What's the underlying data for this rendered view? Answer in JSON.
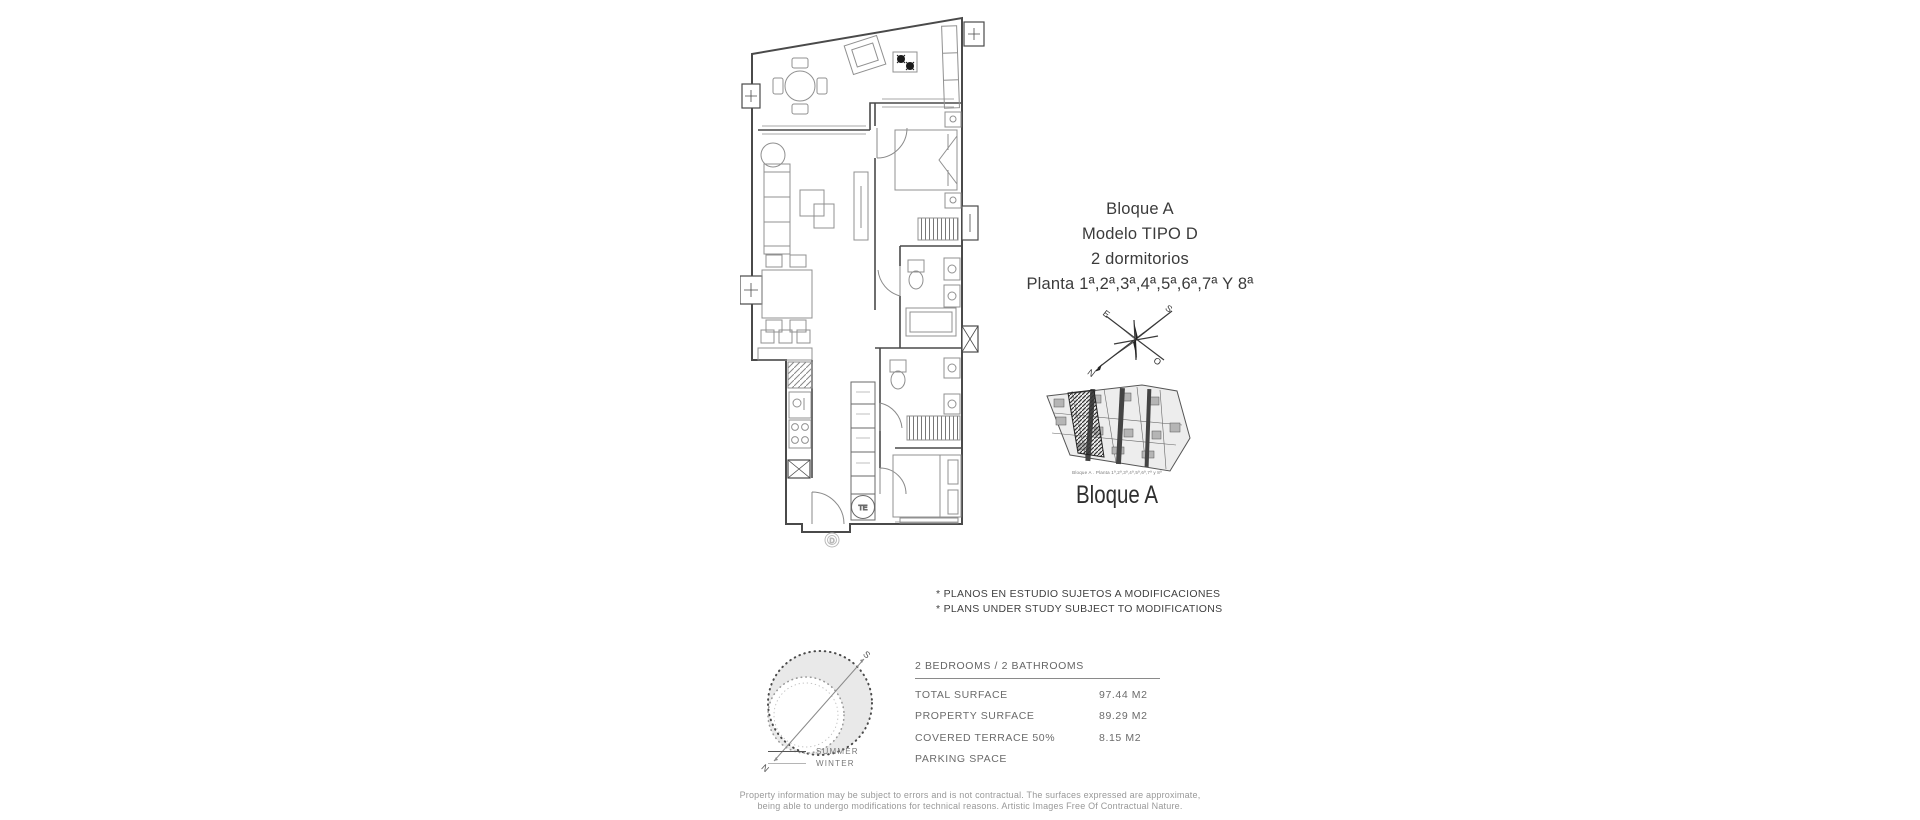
{
  "title_block": {
    "line1": "Bloque A",
    "line2": "Modelo TIPO D",
    "line3": "2 dormitorios",
    "line4": "Planta 1ª,2ª,3ª,4ª,5ª,6ª,7ª Y 8ª"
  },
  "compass": {
    "north": "N",
    "south": "S",
    "east": "E",
    "west": "O"
  },
  "block_plan": {
    "caption_small": "Bloque A . Planta 1ª,2ª,3ª,4ª,5ª,6ª,7ª y 8ª",
    "label": "Bloque A"
  },
  "floor_plan": {
    "water_heater_label": "TE",
    "door_label": "D"
  },
  "disclaimer": {
    "line_es": "* PLANOS EN ESTUDIO SUJETOS A MODIFICACIONES",
    "line_en": "* PLANS UNDER STUDY SUBJECT TO MODIFICATIONS"
  },
  "sun_diagram": {
    "south_label": "S",
    "north_label": "N",
    "legend_summer": "SUMMER",
    "legend_winter": "WINTER"
  },
  "surface_table": {
    "header": "2 BEDROOMS / 2 BATHROOMS",
    "rows": [
      {
        "label": "TOTAL SURFACE",
        "value": "97.44 M2"
      },
      {
        "label": "PROPERTY SURFACE",
        "value": "89.29 M2"
      },
      {
        "label": "COVERED TERRACE 50%",
        "value": "8.15 M2"
      },
      {
        "label": "PARKING SPACE",
        "value": ""
      }
    ]
  },
  "fine_print": {
    "line1": "Property information may be subject to errors and is not contractual. The surfaces expressed are approximate,",
    "line2": "being able to undergo modifications for technical reasons. Artistic Images Free Of Contractual Nature."
  },
  "colors": {
    "wall": "#4a4a4a",
    "furniture": "#909090",
    "text_dark": "#3b3b3b",
    "text_gray": "#6b6b6b",
    "fine_print": "#999999",
    "shade": "#e9e9e9"
  }
}
